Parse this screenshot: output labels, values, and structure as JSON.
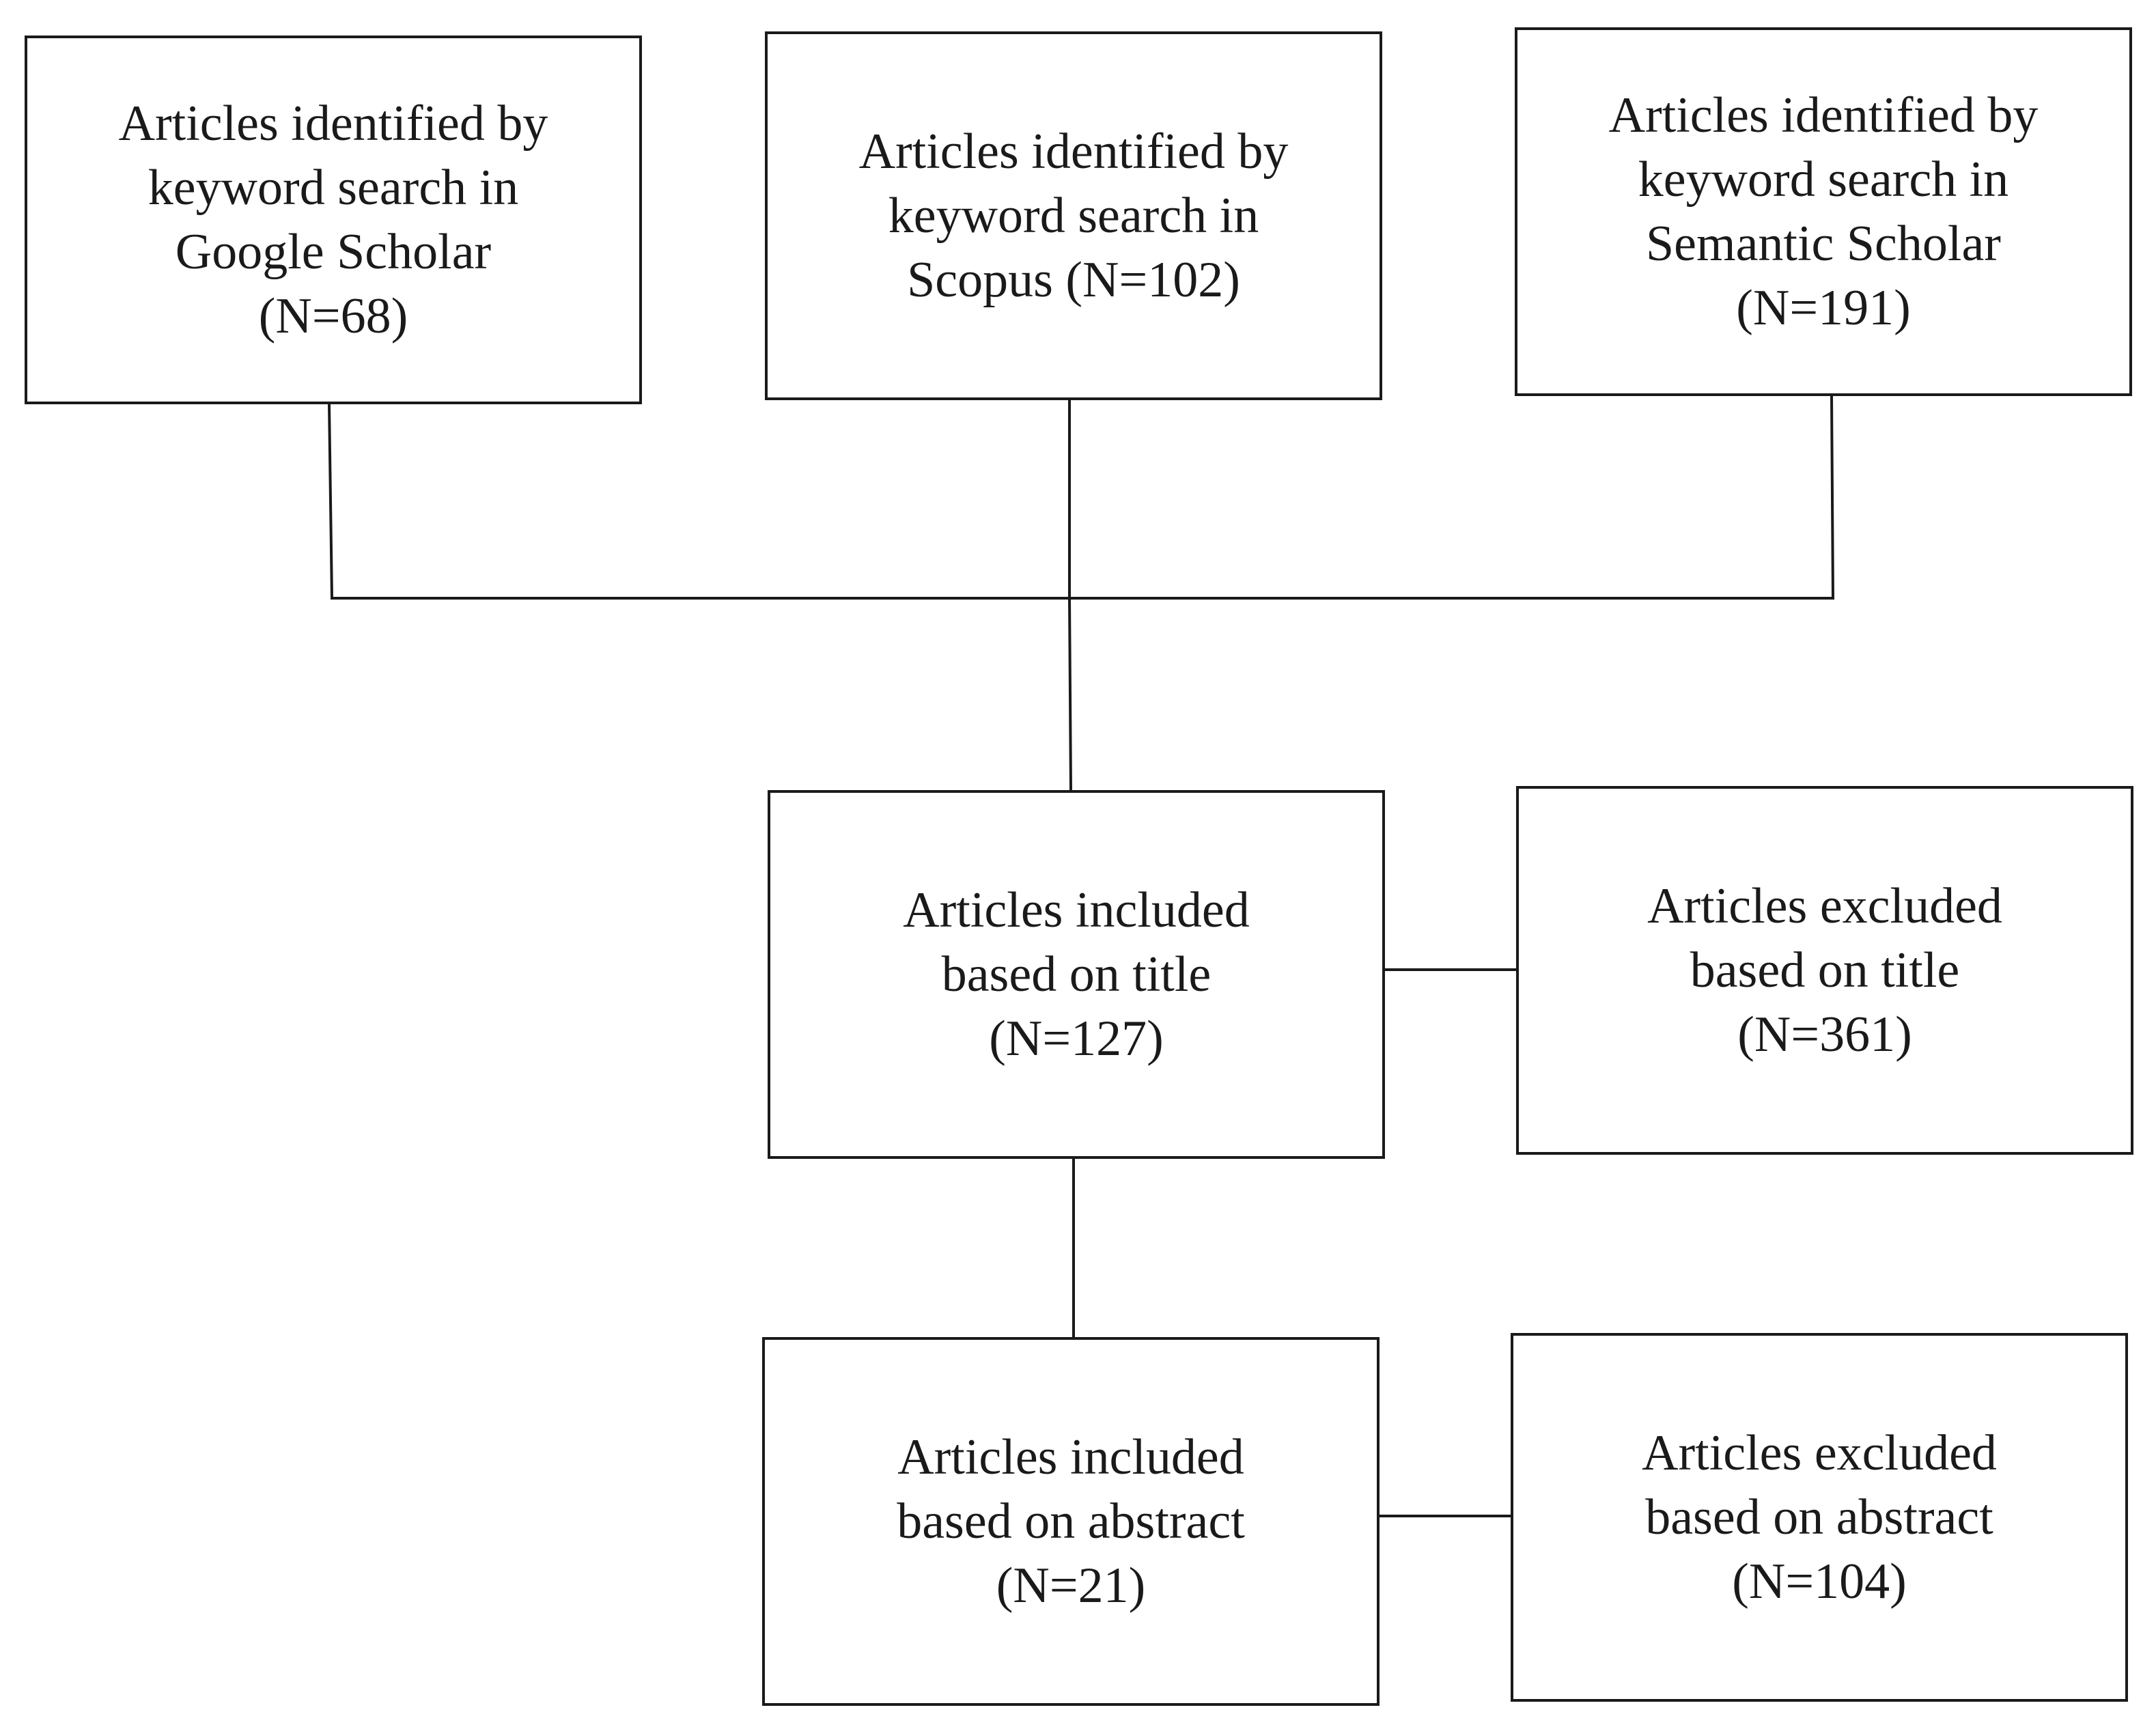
{
  "diagram": {
    "type": "flowchart",
    "boxes": {
      "google_scholar": {
        "lines": [
          "Articles identified by",
          "keyword search in",
          "Google Scholar",
          "(N=68)"
        ]
      },
      "scopus": {
        "lines": [
          "Articles identified by",
          "keyword search in",
          "Scopus (N=102)"
        ]
      },
      "semantic_scholar": {
        "lines": [
          "Articles identified by",
          "keyword search in",
          "Semantic Scholar",
          "(N=191)"
        ]
      },
      "included_title": {
        "lines": [
          "Articles included",
          "based on title",
          "(N=127)"
        ]
      },
      "excluded_title": {
        "lines": [
          "Articles excluded",
          "based on title",
          "(N=361)"
        ]
      },
      "included_abstract": {
        "lines": [
          "Articles included",
          "based on abstract",
          "(N=21)"
        ]
      },
      "excluded_abstract": {
        "lines": [
          "Articles excluded",
          "based on abstract",
          "(N=104)"
        ]
      }
    },
    "connections": [
      {
        "from": "google_scholar",
        "to": "included_title"
      },
      {
        "from": "scopus",
        "to": "included_title"
      },
      {
        "from": "semantic_scholar",
        "to": "included_title"
      },
      {
        "from": "included_title",
        "to": "excluded_title"
      },
      {
        "from": "included_title",
        "to": "included_abstract"
      },
      {
        "from": "included_abstract",
        "to": "excluded_abstract"
      }
    ]
  }
}
